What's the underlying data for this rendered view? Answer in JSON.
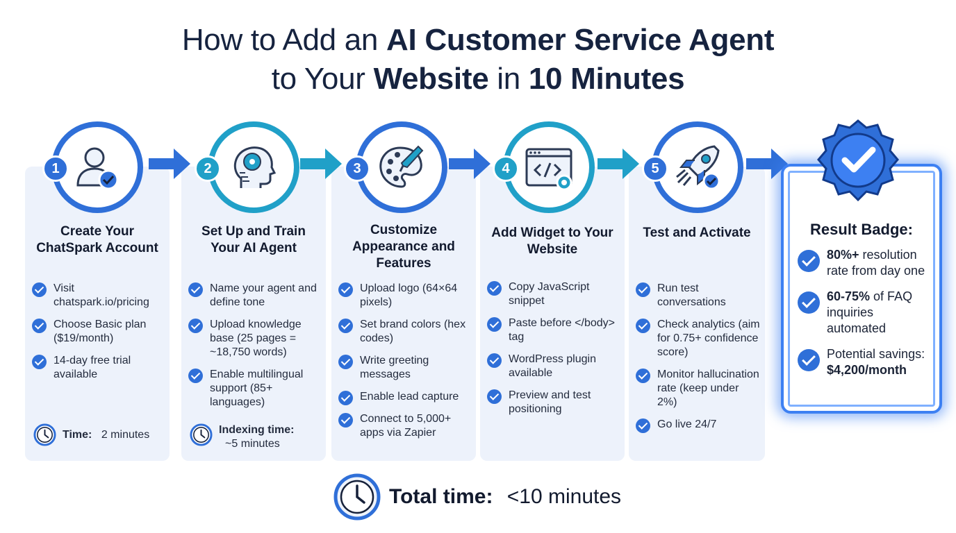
{
  "title": {
    "line1_plain": "How to Add an ",
    "line1_bold": "AI Customer Service Agent",
    "line2_plain_a": "to Your ",
    "line2_bold_a": "Website",
    "line2_plain_b": " in ",
    "line2_bold_b": "10 Minutes"
  },
  "steps": [
    {
      "number": "1",
      "icon": "user-check-icon",
      "color": "#2f6fd8",
      "title": "Create Your ChatSpark Account",
      "bullets": [
        "Visit chatspark.io/pricing",
        "Choose Basic plan ($19/month)",
        "14-day free trial available"
      ],
      "time_label": "Time:",
      "time_value": " 2 minutes"
    },
    {
      "number": "2",
      "icon": "ai-head-icon",
      "color": "#20a0c8",
      "title": "Set Up and Train Your AI Agent",
      "bullets": [
        "Name your agent and define tone",
        "Upload knowledge base (25 pages = ~18,750 words)",
        "Enable multilingual support (85+ languages)"
      ],
      "time_label": "Indexing time:",
      "time_value": "~5 minutes"
    },
    {
      "number": "3",
      "icon": "palette-icon",
      "color": "#2f6fd8",
      "title": "Customize Appearance and Features",
      "bullets": [
        "Upload logo (64×64 pixels)",
        "Set brand colors (hex codes)",
        "Write greeting messages",
        "Enable lead capture",
        "Connect to 5,000+ apps via Zapier"
      ]
    },
    {
      "number": "4",
      "icon": "code-window-icon",
      "color": "#20a0c8",
      "title": "Add Widget to Your Website",
      "bullets": [
        "Copy JavaScript snippet",
        "Paste before </body> tag",
        "WordPress plugin available",
        "Preview and test positioning"
      ]
    },
    {
      "number": "5",
      "icon": "rocket-icon",
      "color": "#2f6fd8",
      "title": "Test and Activate",
      "bullets": [
        "Run test conversations",
        "Check analytics (aim for 0.75+ confidence score)",
        "Monitor hallucination rate (keep under 2%)",
        "Go live 24/7"
      ]
    }
  ],
  "result": {
    "title": "Result Badge:",
    "items": [
      {
        "bold": "80%+",
        "text": " resolution rate from day one"
      },
      {
        "bold": "60-75%",
        "text": " of FAQ inquiries automated"
      },
      {
        "text_before": "Potential savings: ",
        "bold_after": "$4,200/month"
      }
    ]
  },
  "total": {
    "label": "Total time:",
    "value": " <10 minutes"
  }
}
